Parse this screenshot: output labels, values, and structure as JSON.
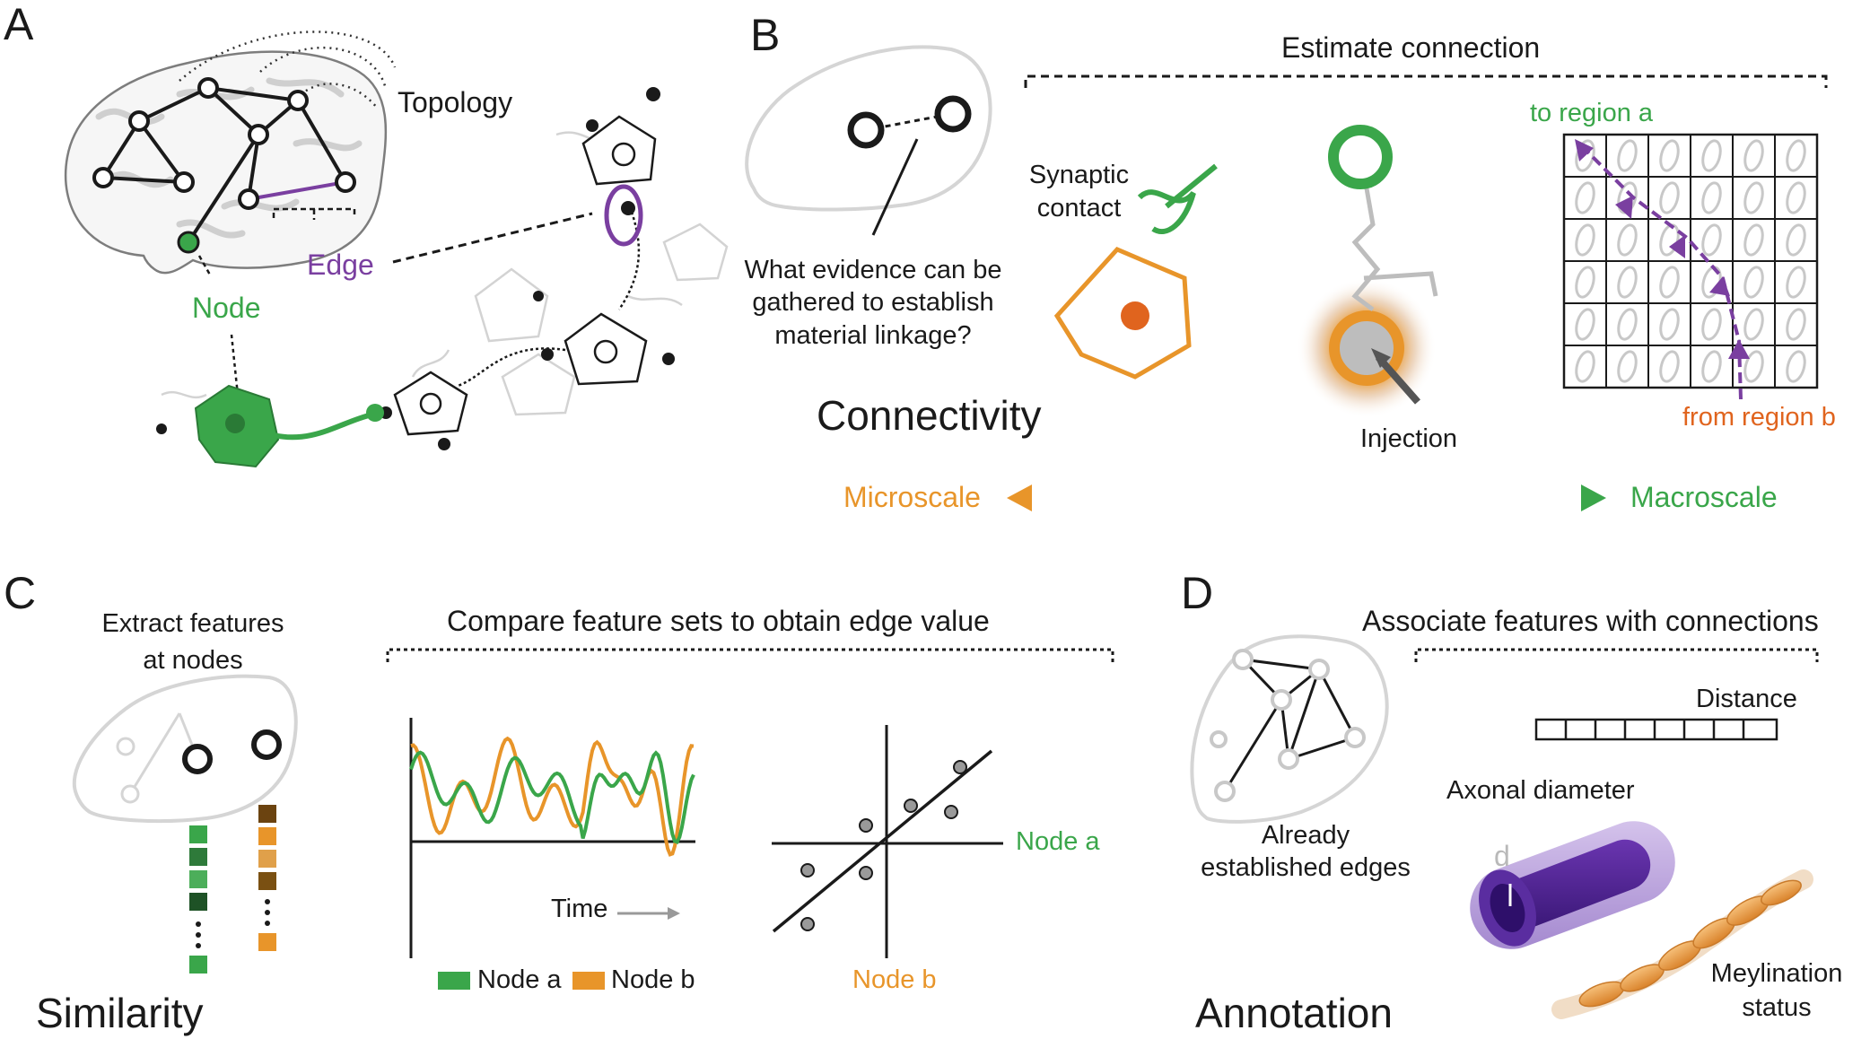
{
  "colors": {
    "green": "#3aa64a",
    "orange": "#e8952a",
    "purple": "#7a3fa0",
    "red_orange": "#e0641e",
    "dark": "#1a1a1a",
    "gray": "#bdbdbd"
  },
  "panel_a": {
    "letter": "A",
    "topology": "Topology",
    "edge": "Edge",
    "node": "Node"
  },
  "panel_b": {
    "letter": "B",
    "estimate": "Estimate connection",
    "question_l1": "What evidence can be",
    "question_l2": "gathered to establish",
    "question_l3": "material linkage?",
    "synaptic_l1": "Synaptic",
    "synaptic_l2": "contact",
    "to_region": "to region a",
    "from_region": "from region b",
    "injection": "Injection",
    "connectivity": "Connectivity",
    "microscale": "Microscale",
    "macroscale": "Macroscale"
  },
  "panel_c": {
    "letter": "C",
    "extract_l1": "Extract features",
    "extract_l2": "at nodes",
    "compare": "Compare feature sets to obtain edge value",
    "time": "Time",
    "legend_a": "Node a",
    "legend_b": "Node b",
    "scatter_x": "Node b",
    "scatter_y": "Node a",
    "similarity": "Similarity"
  },
  "panel_d": {
    "letter": "D",
    "associate": "Associate features with connections",
    "distance": "Distance",
    "axonal": "Axonal diameter",
    "d_label": "d",
    "already_l1": "Already",
    "already_l2": "established edges",
    "meylination_l1": "Meylination",
    "meylination_l2": "status",
    "annotation": "Annotation"
  }
}
